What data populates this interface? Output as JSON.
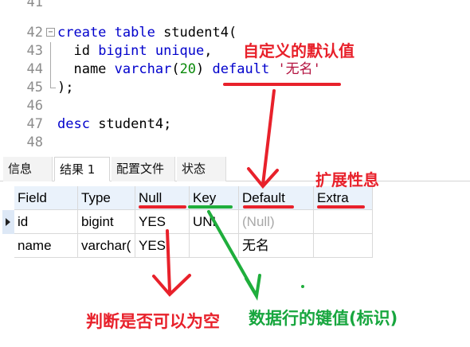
{
  "editor": {
    "lines": [
      {
        "num": "41",
        "html": ""
      },
      {
        "num": "42",
        "html": "<span class=\"kw\">create table</span> student4("
      },
      {
        "num": "43",
        "html": "  id <span class=\"kw\">bigint unique</span>,"
      },
      {
        "num": "44",
        "html": "  name <span class=\"kw\">varchar</span>(<span class=\"num\">20</span>) <span class=\"kw\">default</span> <span class=\"str\">'无名'</span>"
      },
      {
        "num": "45",
        "html": ");"
      },
      {
        "num": "46",
        "html": ""
      },
      {
        "num": "47",
        "html": "<span class=\"kw\">desc</span> student4;"
      },
      {
        "num": "48",
        "html": ""
      }
    ]
  },
  "tabs": [
    "信息",
    "结果 1",
    "配置文件",
    "状态"
  ],
  "active_tab_index": 1,
  "table": {
    "columns": [
      "Field",
      "Type",
      "Null",
      "Key",
      "Default",
      "Extra"
    ],
    "rows": [
      [
        "id",
        "bigint",
        "YES",
        "UNI",
        "(Null)",
        ""
      ],
      [
        "name",
        "varchar(",
        "YES",
        "",
        "无名",
        ""
      ]
    ],
    "null_text": "(Null)",
    "current_row_index": 0
  },
  "annotations": {
    "default_value": "自定义的默认值",
    "extension_info": "扩展性息",
    "null_check": "判断是否可以为空",
    "key_value": "数据行的键值(标识)"
  },
  "colors": {
    "annotation_red": "#e8212b",
    "annotation_green": "#17a63e",
    "keyword_blue": "#0000cc",
    "number_green": "#0a8a0a",
    "string_red": "#b3123f"
  }
}
